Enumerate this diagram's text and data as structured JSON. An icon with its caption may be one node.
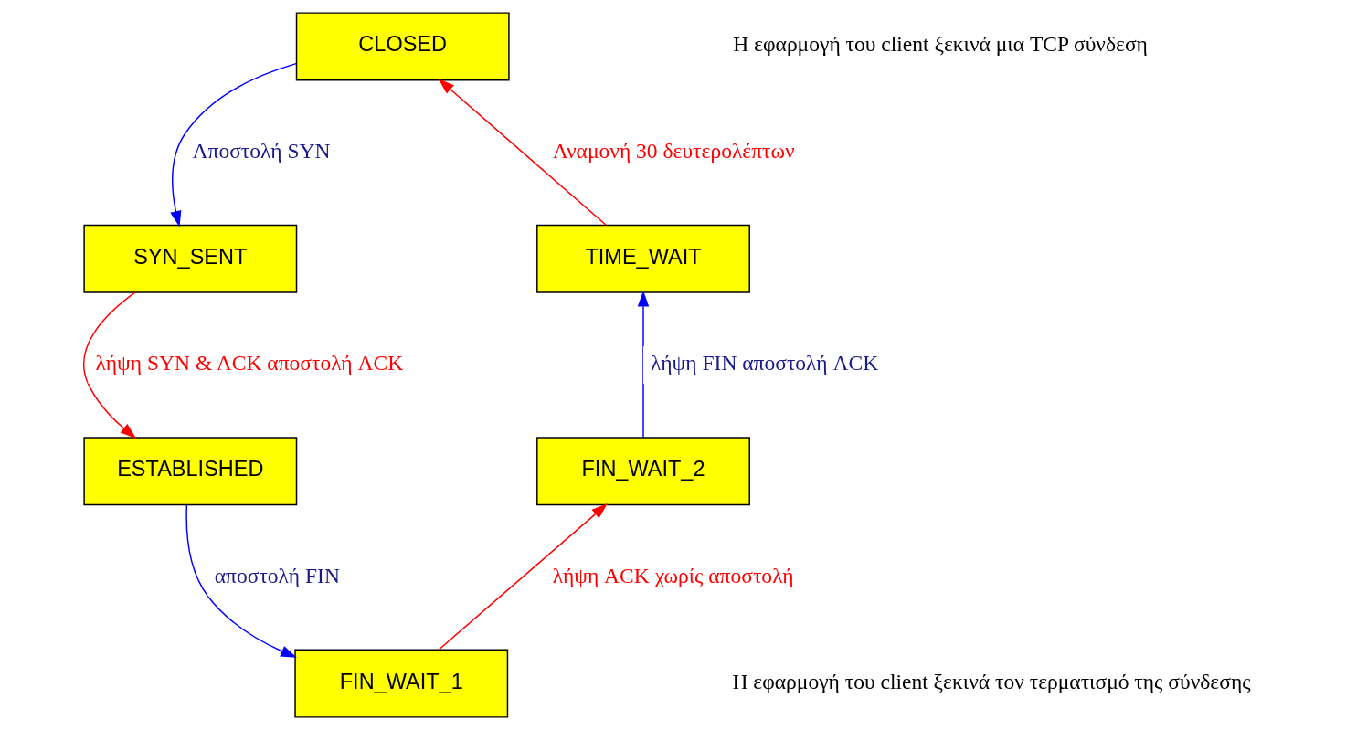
{
  "diagram": {
    "nodes": [
      {
        "text": [
          "CLOSED"
        ]
      },
      {
        "text": [
          "SYN_SENT"
        ]
      },
      {
        "text": [
          "ESTABLISHED"
        ]
      },
      {
        "text": [
          "FIN_WAIT_1"
        ]
      },
      {
        "text": [
          "FIN_WAIT_2"
        ]
      },
      {
        "text": [
          "TIME_WAIT"
        ]
      }
    ],
    "edges": [
      {
        "from": 0,
        "to": 1,
        "arrow": "to",
        "label": "Αποστολή SYN"
      },
      {
        "from": 1,
        "to": 2,
        "arrow": "to",
        "label": "λήψη SYN & ACK αποστολή ACK",
        "color": "#ff0000"
      },
      {
        "from": 2,
        "to": 3,
        "arrow": "to",
        "label": "αποστολή FIN"
      },
      {
        "from": 3,
        "to": 4,
        "arrow": "to",
        "label": "λήψη ACK χωρίς αποστολή",
        "color": "#ff0000"
      },
      {
        "from": 4,
        "to": 5,
        "arrow": "to",
        "label": "λήψη FIN αποστολή ACK"
      },
      {
        "from": 5,
        "to": 0,
        "arrow": "to",
        "label": "Αναμονή 30 δευτερολέπτων",
        "color": "#ff0000"
      }
    ],
    "labels": [
      "Η εφαρμογή του client ξεκινά μια TCP σύνδεση",
      "Η εφαρμογή του client ξεκινά τον τερματισμό της σύνδεσης"
    ]
  }
}
